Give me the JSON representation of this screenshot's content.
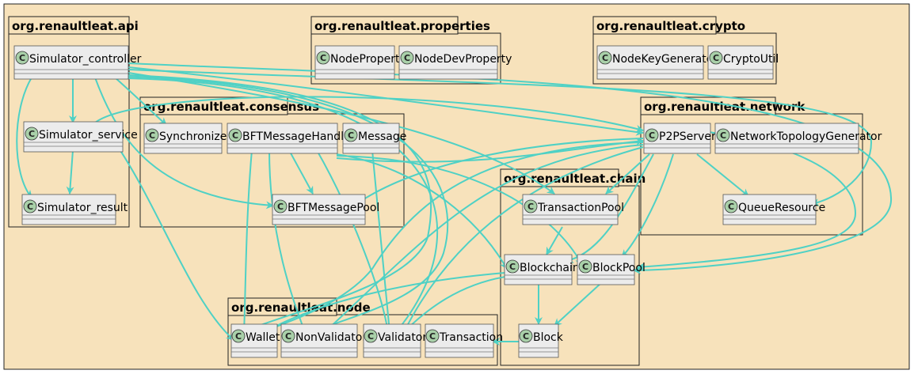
{
  "packages": {
    "api": {
      "label": "org.renaultleat.api"
    },
    "properties": {
      "label": "org.renaultleat.properties"
    },
    "crypto": {
      "label": "org.renaultleat.crypto"
    },
    "consensus": {
      "label": "org.renaultleat.consensus"
    },
    "network": {
      "label": "org.renaultleat.network"
    },
    "chain": {
      "label": "org.renaultleat.chain"
    },
    "node": {
      "label": "org.renaultleat.node"
    }
  },
  "class_marker": "C",
  "classes": {
    "simulator_controller": "Simulator_controller",
    "simulator_service": "Simulator_service",
    "simulator_result": "Simulator_result",
    "node_property": "NodeProperty",
    "node_dev_property": "NodeDevProperty",
    "node_key_generator": "NodeKeyGenerator",
    "crypto_util": "CryptoUtil",
    "synchronizer": "Synchronizer",
    "bft_message_handler": "BFTMessageHandler",
    "message": "Message",
    "bft_message_pool": "BFTMessagePool",
    "p2p_server": "P2PServer",
    "network_topology_generator": "NetworkTopologyGenerator",
    "queue_resource": "QueueResource",
    "transaction_pool": "TransactionPool",
    "blockchain": "Blockchain",
    "block_pool": "BlockPool",
    "block": "Block",
    "wallet": "Wallet",
    "non_validator": "NonValidator",
    "validator": "Validator",
    "transaction": "Transaction"
  },
  "colors": {
    "background": "#f7e2bb",
    "arrow": "#4fd1c5",
    "class_circle": "#a9d0a9",
    "class_box": "#ececec"
  }
}
